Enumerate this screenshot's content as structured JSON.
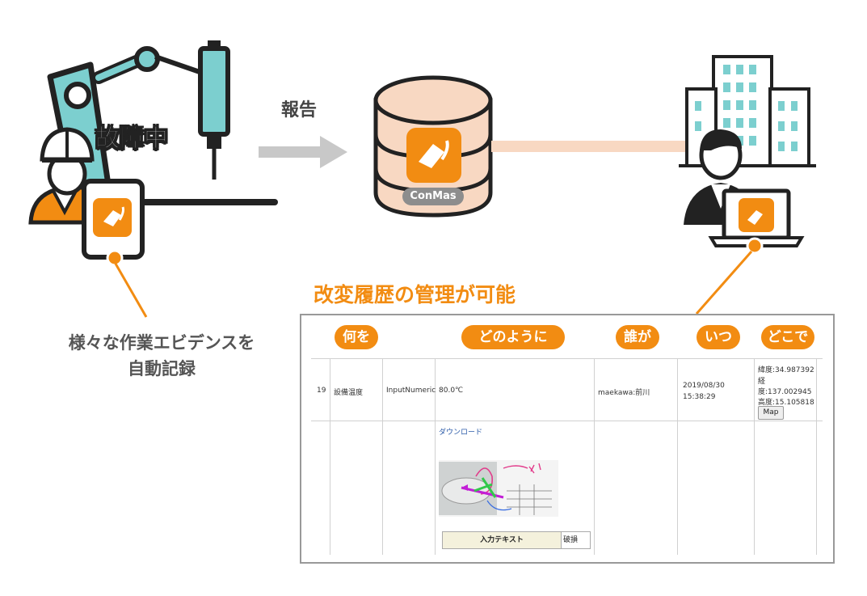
{
  "labels": {
    "report": "報告",
    "fault": "故障中",
    "conmas": "ConMas",
    "evidence_line1": "様々な作業エビデンスを",
    "evidence_line2": "自動記録",
    "section_title": "改変履歴の管理が可能"
  },
  "column_pills": [
    "何を",
    "どのように",
    "誰が",
    "いつ",
    "どこで"
  ],
  "table": {
    "row_number": "19",
    "item_name": "設備温度",
    "input_type": "InputNumeric",
    "value": "80.0℃",
    "user": "maekawa:前川",
    "date": "2019/08/30",
    "time": "15:38:29",
    "location_line1": "緯度:34.987392",
    "location_line2": "経",
    "location_line3": "度:137.002945",
    "location_line4": "高度:15.105818",
    "map_button": "Map",
    "download_link": "ダウンロード",
    "input_text_label": "入力テキスト",
    "input_text_value": "破損"
  },
  "colors": {
    "accent_orange": "#f28c12",
    "teal": "#7ccfcf",
    "db_peach": "#f8d8c2",
    "arrow_gray": "#c8c8c8",
    "outline": "#222222"
  }
}
